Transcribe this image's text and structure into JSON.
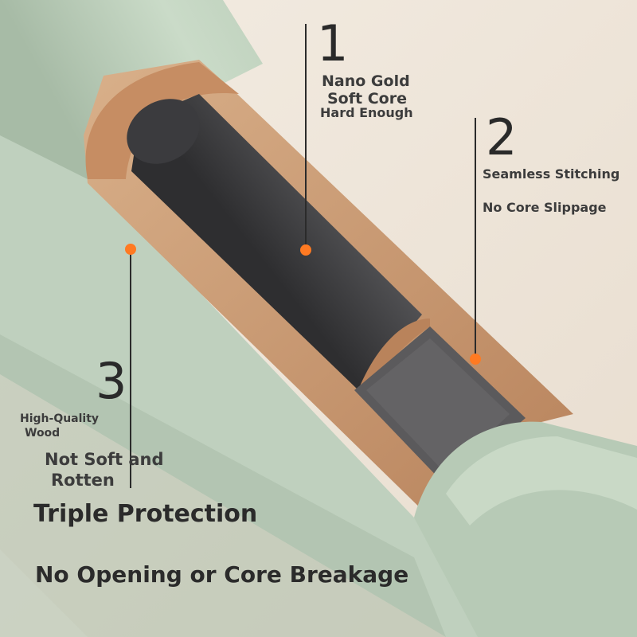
{
  "image": {
    "subject": "cutaway-pencil",
    "colors": {
      "background": "#efe7dc",
      "barrel": "#b9cbb9",
      "wood": "#c79a73",
      "core": "#4a4a4c",
      "dot": "#ff7a22",
      "line": "#2b2b2b",
      "text": "#3c3c3c"
    }
  },
  "callouts": [
    {
      "number": "1",
      "lines": [
        "Nano Gold",
        "Soft Core",
        "Hard Enough"
      ]
    },
    {
      "number": "2",
      "lines": [
        "Seamless Stitching",
        "No Core Slippage"
      ]
    },
    {
      "number": "3",
      "lines": [
        "High-Quality",
        "Wood",
        "Not Soft and",
        "Rotten"
      ]
    }
  ],
  "headline": "Triple Protection",
  "subheadline": "No Opening or Core Breakage"
}
